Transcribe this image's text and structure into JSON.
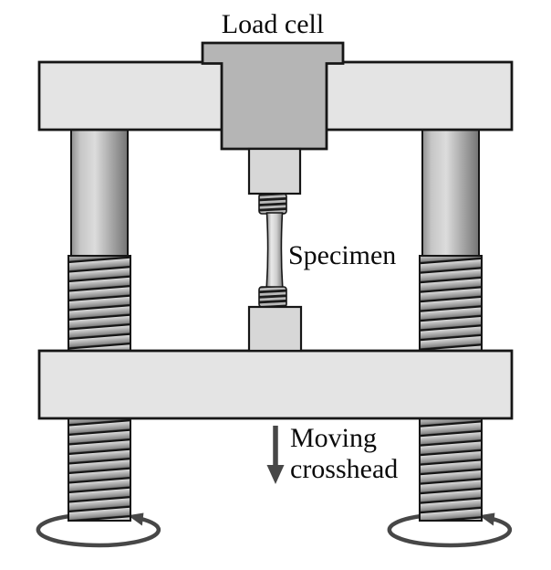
{
  "diagram": {
    "labels": {
      "load_cell": "Load cell",
      "specimen": "Specimen",
      "moving_line1": "Moving",
      "moving_line2": "crosshead"
    },
    "icons": {
      "moving_direction": "down-arrow",
      "left_screw_rotation": "elliptical-rotation-arrow",
      "right_screw_rotation": "elliptical-rotation-arrow"
    }
  },
  "colors": {
    "background": "#ffffff",
    "outline": "#161616",
    "beam_fill": "#e4e4e4",
    "load_cell_fill": "#b5b5b5",
    "grip_fill": "#d7d7d7",
    "arrow": "#474747",
    "text": "#0a0a0a"
  }
}
